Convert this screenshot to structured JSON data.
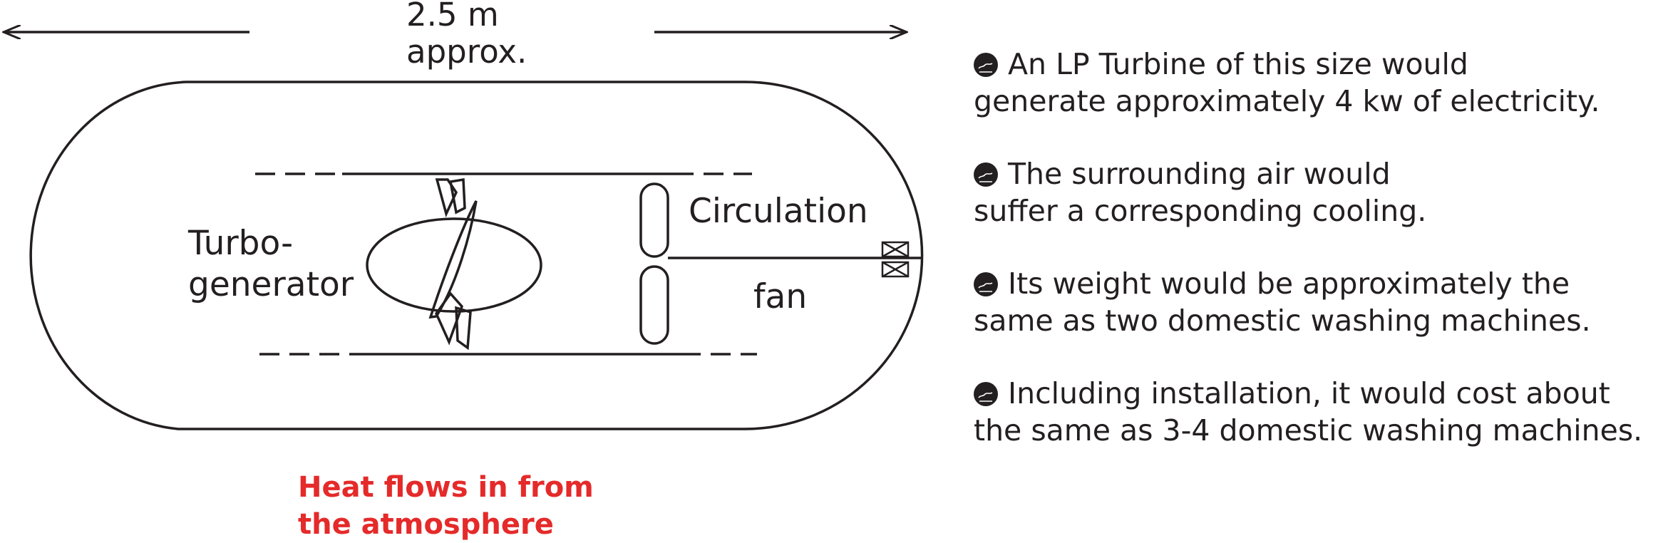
{
  "dimension": {
    "line1": "2.5 m",
    "line2": "approx."
  },
  "labels": {
    "turbo_line1": "Turbo-",
    "turbo_line2": "generator",
    "circulation": "Circulation",
    "fan": "fan"
  },
  "heat": {
    "line1": "Heat flows in from",
    "line2": "the atmosphere",
    "color": "#e52a2a"
  },
  "notes": [
    {
      "line1": "An LP Turbine of this size would",
      "line2": "generate approximately 4 kw of electricity."
    },
    {
      "line1": "The surrounding air would",
      "line2": "suffer a corresponding cooling."
    },
    {
      "line1": "Its weight would be approximately the",
      "line2": "same as two domestic washing machines."
    },
    {
      "line1": "Including installation, it would cost about",
      "line2": "the same as 3-4 domestic washing machines."
    }
  ],
  "colors": {
    "ink": "#231f20",
    "accent": "#e52a2a"
  }
}
